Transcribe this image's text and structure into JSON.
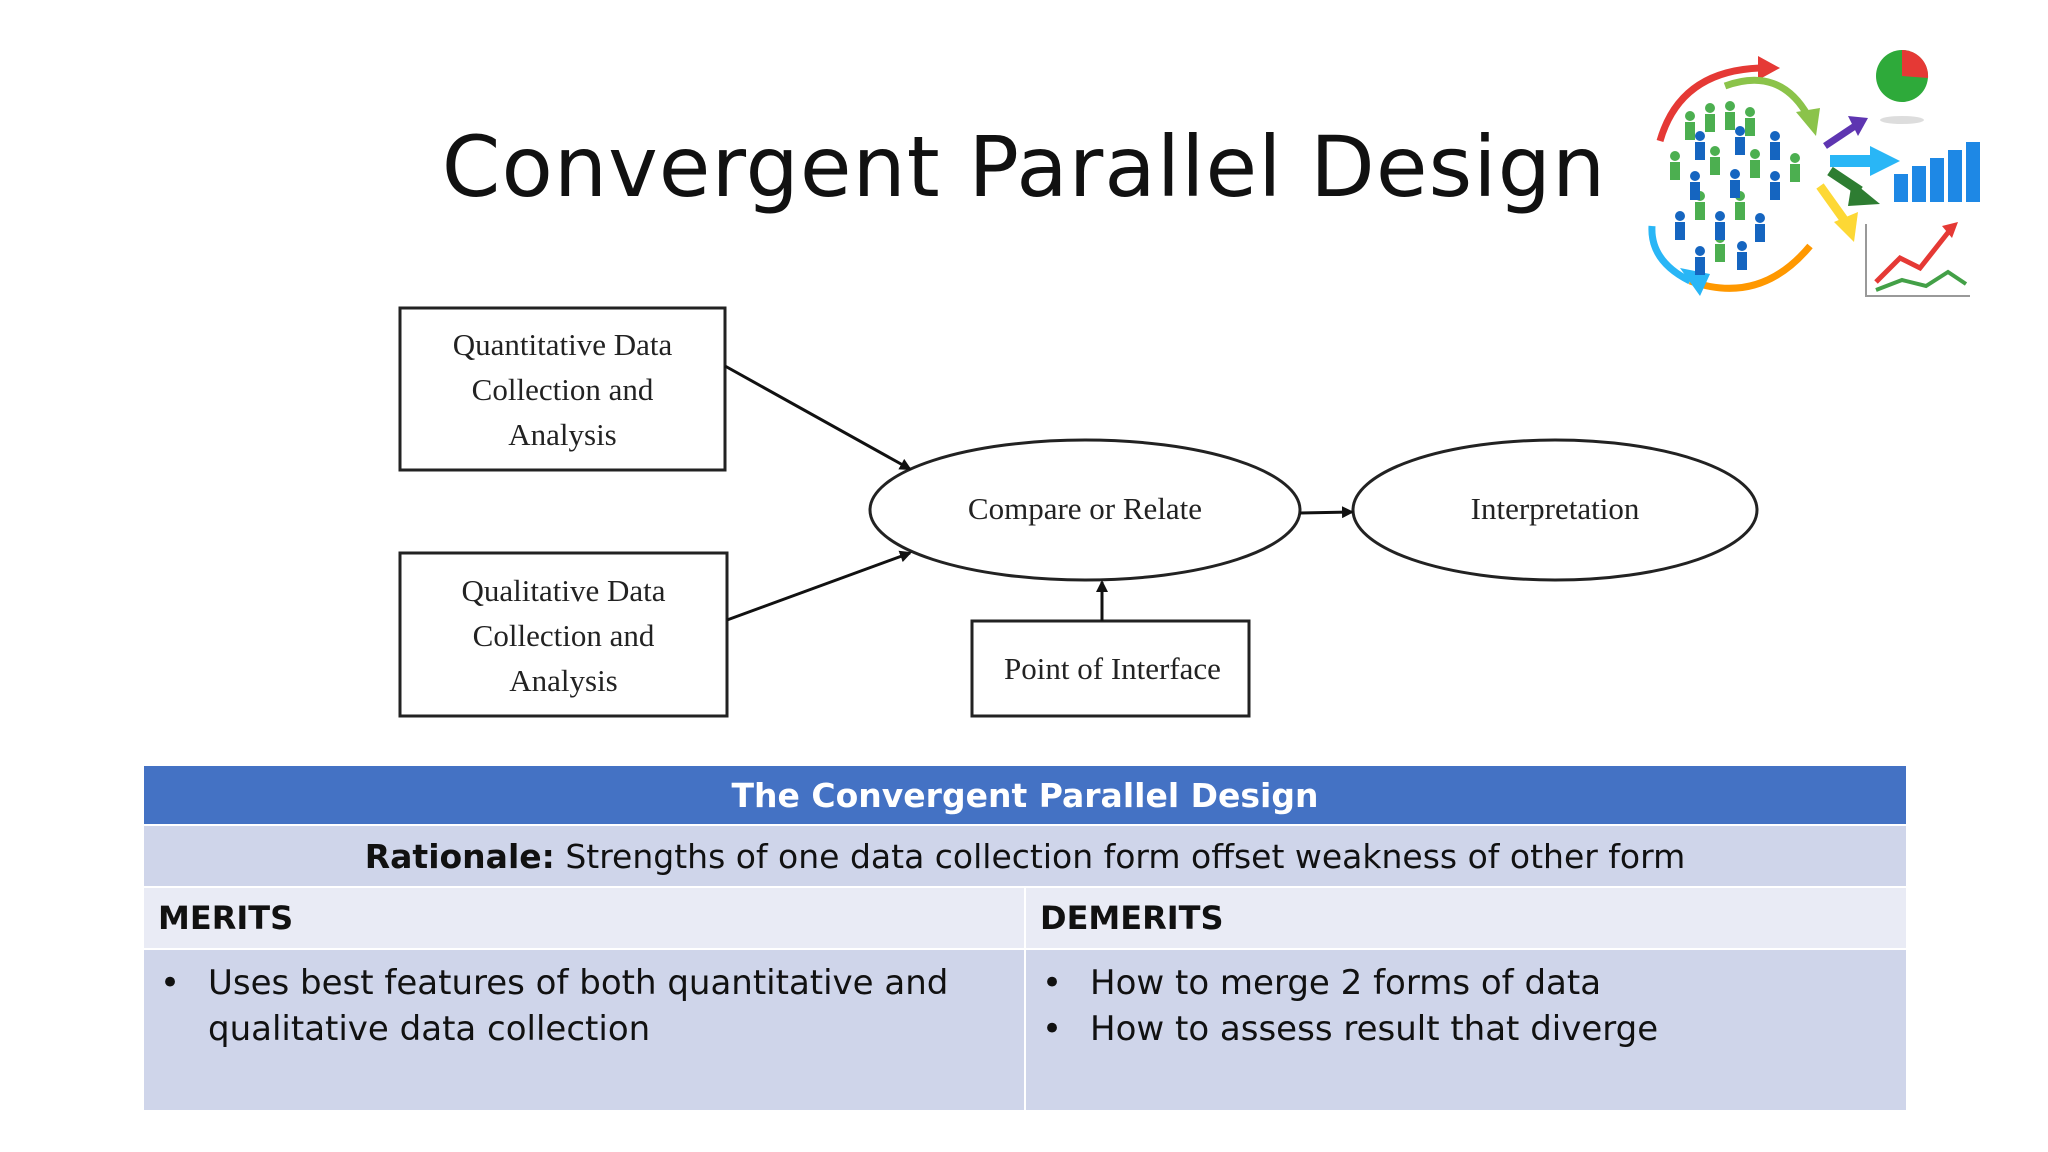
{
  "title": "Convergent Parallel Design",
  "diagram": {
    "nodes": {
      "quantitative": "Quantitative Data Collection and Analysis",
      "qualitative": "Qualitative Data Collection and Analysis",
      "compare": "Compare or Relate",
      "interpretation": "Interpretation",
      "interface": "Point of Interface"
    },
    "edges": [
      {
        "from": "quantitative",
        "to": "compare"
      },
      {
        "from": "qualitative",
        "to": "compare"
      },
      {
        "from": "compare",
        "to": "interpretation"
      },
      {
        "from": "interface",
        "to": "compare"
      }
    ]
  },
  "table": {
    "header": "The Convergent Parallel Design",
    "rationale_label": "Rationale:",
    "rationale_text": " Strengths of one data collection form offset weakness of other form",
    "merits_heading": "MERITS",
    "demerits_heading": "DEMERITS",
    "merits": [
      "Uses best features of both quantitative and qualitative data collection"
    ],
    "demerits": [
      "How to merge 2 forms of data",
      "How to assess result that diverge"
    ]
  },
  "illustration": {
    "icons": [
      "people-crowd-icon",
      "pie-chart-icon",
      "bar-chart-icon",
      "line-chart-icon",
      "arrows-icon"
    ],
    "colors": {
      "pie_green": "#2eaa3a",
      "pie_red": "#e53935",
      "bars": "#1e88e5",
      "line_red": "#e53935",
      "line_green": "#43a047"
    }
  },
  "colors": {
    "table_header": "#4472c4",
    "table_band_dark": "#cfd5ea",
    "table_band_light": "#e9ebf5"
  }
}
